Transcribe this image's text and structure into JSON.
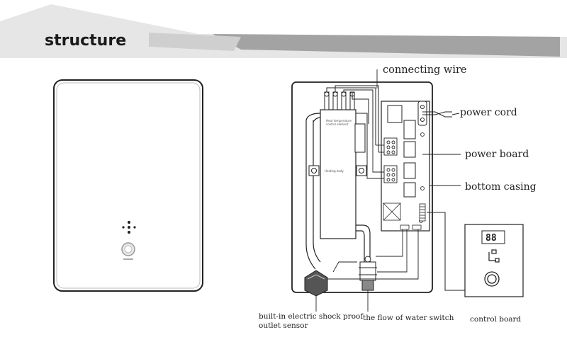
{
  "header": {
    "title": "structure"
  },
  "labels": {
    "connecting_wire": "connecting wire",
    "power_cord": "power cord",
    "power_board": "power board",
    "bottom_casing": "bottom casing",
    "sensor_line1": "built-in electric shock proof",
    "sensor_line2": "outlet sensor",
    "flow_switch": "the flow of water switch",
    "control_board": "control board"
  },
  "internal_labels": {
    "temp_line1": "Heat temperature",
    "temp_line2": "control element",
    "heating_body": "Heating body"
  },
  "control_display": {
    "digits": "88"
  },
  "colors": {
    "banner_light": "#e4e4e4",
    "banner_dark": "#9e9e9e",
    "outline": "#222222"
  },
  "icons": {
    "front_display": "dots-icon",
    "front_knob": "knob-icon",
    "control_knob": "knob-icon"
  }
}
